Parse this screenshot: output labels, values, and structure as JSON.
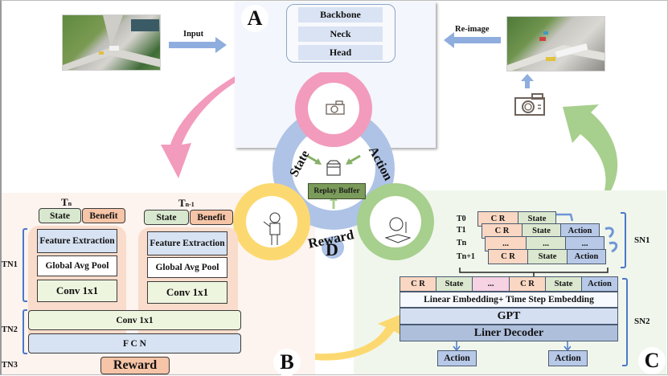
{
  "panels": {
    "a": {
      "badge": "A",
      "model_layers": [
        "Backbone",
        "Neck",
        "Head"
      ]
    },
    "b": {
      "badge": "B",
      "timesteps": [
        {
          "title_main": "T",
          "title_sub": "n",
          "state": "State",
          "benefit": "Benefit",
          "feature": "Feature Extraction",
          "pool": "Global Avg Pool",
          "conv": "Conv 1x1"
        },
        {
          "title_main": "T",
          "title_sub": "n-1",
          "state": "State",
          "benefit": "Benefit",
          "feature": "Feature Extraction",
          "pool": "Global Avg Pool",
          "conv": "Conv 1x1"
        }
      ],
      "tn_labels": [
        "TN1",
        "TN2",
        "TN3"
      ],
      "shared_conv": "Conv 1x1",
      "fcn": "F C N",
      "reward": "Reward"
    },
    "c": {
      "badge": "C",
      "sn_labels": [
        "SN1",
        "SN2"
      ],
      "sequence_rows": [
        {
          "t": "T0",
          "cells": [
            "C R",
            "State"
          ]
        },
        {
          "t": "T1",
          "cells": [
            "C R",
            "State",
            "Action"
          ]
        },
        {
          "t": "Tn",
          "cells": [
            "...",
            "...",
            "..."
          ]
        },
        {
          "t": "Tn+1",
          "cells": [
            "C R",
            "State",
            "Action"
          ]
        }
      ],
      "token_row": [
        "C R",
        "State",
        "...",
        "C R",
        "State",
        "Action"
      ],
      "embedding": "Linear Embedding+ Time Step Embedding",
      "gpt": "GPT",
      "decoder": "Liner Decoder",
      "outputs": [
        "Action",
        "Action"
      ]
    },
    "d": {
      "badge": "D",
      "ring_labels": {
        "left": "State",
        "right": "Action",
        "bottom": "Reward"
      },
      "buffer": "Replay Buffer"
    }
  },
  "flow": {
    "input_label": "Input",
    "reimage_label": "Re-image"
  },
  "colors": {
    "pink": "#f29bbd",
    "yellow": "#fcd970",
    "green": "#a7cf8d",
    "blue_ring": "#aec3e6",
    "arrow_blue": "#8fadde",
    "buffer_green": "#7a9b5a"
  },
  "icons": {
    "camera": "camera-icon",
    "teacher": "teacher-icon",
    "student": "student-icon",
    "buffer": "storage-box-icon"
  }
}
